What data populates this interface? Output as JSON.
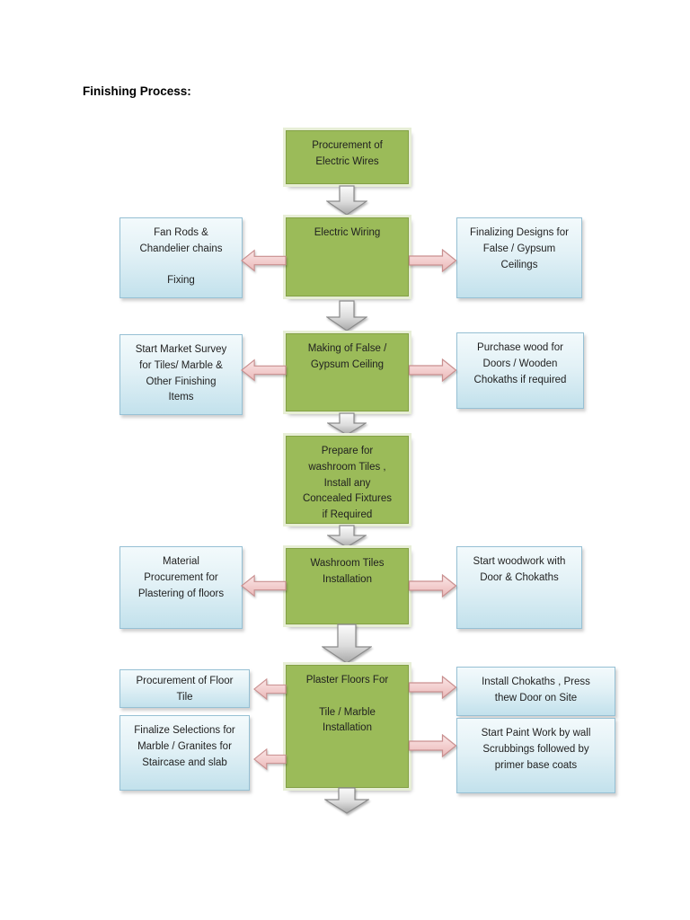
{
  "title": "Finishing Process:",
  "colors": {
    "center_box_fill": "#9bbb59",
    "center_box_border": "#83a045",
    "side_box_fill_top": "#f3fafc",
    "side_box_fill_bottom": "#c2e1ec",
    "side_box_border": "#96c0d4",
    "flow_arrow_fill": "#f3cfcf",
    "flow_arrow_border": "#c98f8f",
    "down_arrow_fill": "#c9c9c9",
    "down_arrow_border": "#8a8a8a"
  },
  "flowchart": {
    "rows": [
      {
        "center": "Procurement of\nElectric Wires"
      },
      {
        "left": "Fan Rods &\nChandelier chains\n\nFixing",
        "center": "Electric Wiring",
        "right": "Finalizing Designs for\nFalse / Gypsum\nCeilings"
      },
      {
        "left": "Start Market Survey\nfor Tiles/ Marble &\nOther Finishing\nItems",
        "center": "Making of False /\nGypsum Ceiling",
        "right": "Purchase wood for\nDoors / Wooden\nChokaths if required"
      },
      {
        "center": "Prepare for\nwashroom Tiles ,\nInstall any\nConcealed Fixtures\nif Required"
      },
      {
        "left": "Material\nProcurement for\nPlastering of floors",
        "center": "Washroom Tiles\nInstallation",
        "right": "Start woodwork with\nDoor & Chokaths"
      },
      {
        "center": "Plaster Floors For\n\nTile / Marble\nInstallation",
        "left_top": "Procurement of Floor\nTile",
        "left_bottom": "Finalize Selections for\nMarble / Granites for\nStaircase and slab",
        "right_top": "Install Chokaths , Press\nthew Door on Site",
        "right_bottom": "Start Paint Work by wall\nScrubbings followed by\nprimer base coats"
      }
    ]
  }
}
